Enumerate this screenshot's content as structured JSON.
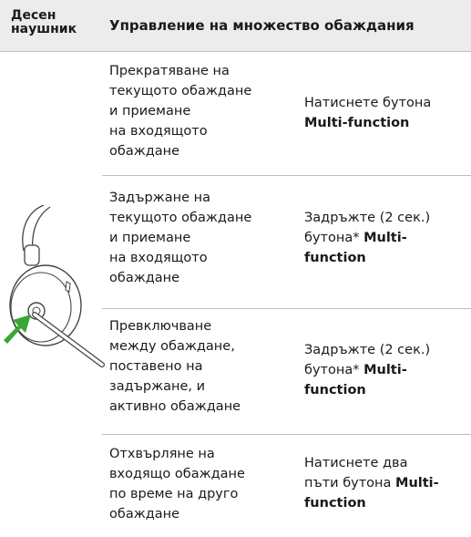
{
  "header": {
    "col1": "Десен\nнаушник",
    "col2": "Управление на множество обаждания"
  },
  "rows": [
    {
      "action": "Прекратяване на\nтекущото обаждане\nи приемане\nна входящото\nобаждане",
      "instr_prefix": "Натиснете бутона",
      "instr_bold": "Multi-function"
    },
    {
      "action": "Задържане на\nтекущото обаждане\nи приемане\nна входящото\nобаждане",
      "instr_prefix": "Задръжте (2 сек.)\nбутона*",
      "instr_bold": "Multi-\nfunction"
    },
    {
      "action": "Превключване\nмежду обаждане,\nпоставено на\nзадържане, и\nактивно обаждане",
      "instr_prefix": "Задръжте (2 сек.)\nбутона*",
      "instr_bold": "Multi-\nfunction"
    },
    {
      "action": "Отхвърляне на\nвходящо обаждане\nпо време на друго\nобаждане",
      "instr_prefix": "Натиснете два\nпъти бутона",
      "instr_bold": "Multi-\nfunction"
    }
  ],
  "colors": {
    "header_bg": "#ececec",
    "arrow": "#3aa635",
    "divider": "#bdbdbd"
  },
  "icons": [
    "headset-earcup-illustration",
    "green-arrow-icon"
  ]
}
